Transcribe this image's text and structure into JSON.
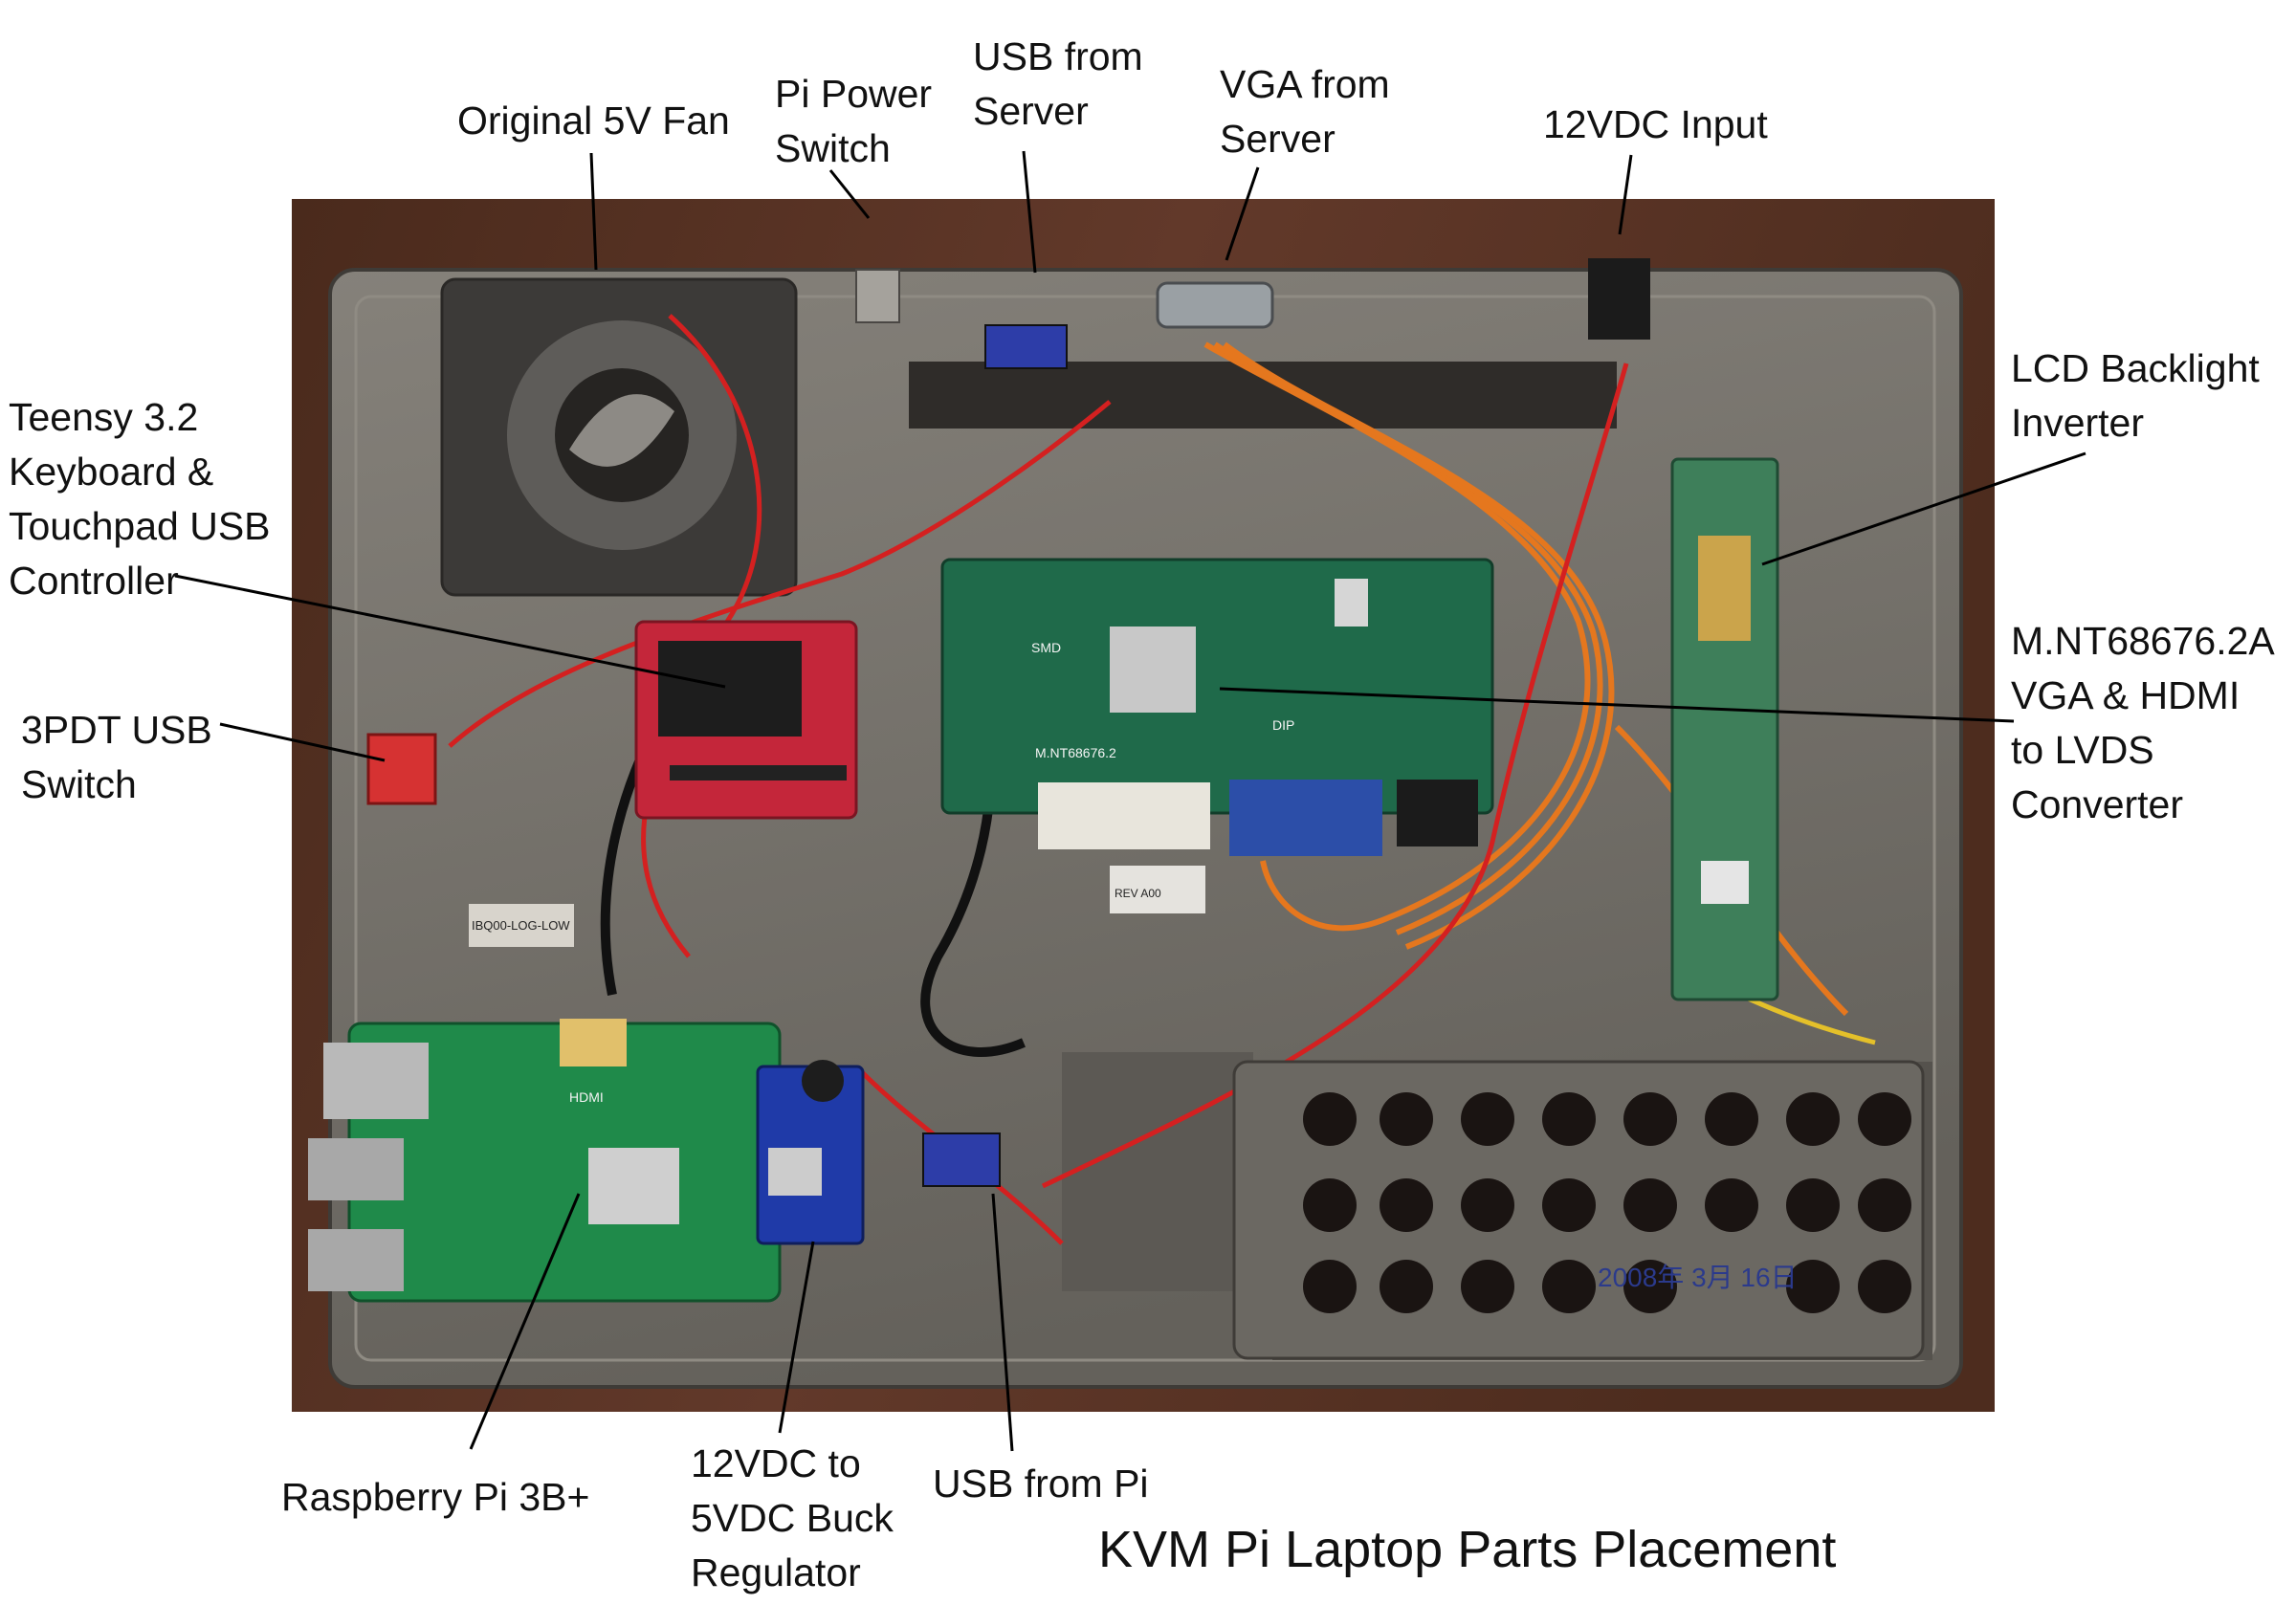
{
  "title": "KVM Pi Laptop Parts Placement",
  "labels": {
    "original_fan": "Original 5V Fan",
    "pi_power_switch": "Pi Power\nSwitch",
    "usb_from_server": "USB from\nServer",
    "vga_from_server": "VGA from\nServer",
    "dc_input": "12VDC Input",
    "teensy": "Teensy 3.2\nKeyboard &\nTouchpad USB\nController",
    "usb_switch": "3PDT USB\nSwitch",
    "backlight_inverter": "LCD Backlight\nInverter",
    "lvds_converter": "M.NT68676.2A\nVGA & HDMI\nto LVDS\nConverter",
    "raspberry_pi": "Raspberry Pi 3B+",
    "buck_regulator": "12VDC to\n5VDC Buck\nRegulator",
    "usb_from_pi": "USB from Pi"
  },
  "board_markings": {
    "lvds_board": "M.NT68676.2",
    "smd": "SMD",
    "dip": "DIP",
    "hdmi": "HDMI",
    "sticker": "IBQ00-LOG-LOW",
    "rev": "REV A00",
    "date_stamp": "2008年 3月 16日"
  },
  "colors": {
    "background": "#ffffff",
    "wood": "#5a3424",
    "chassis": "#76726b",
    "pcb_green": "#1f6a4a",
    "pi_green": "#1f8a4a",
    "teensy_red": "#c4263a",
    "wire_orange": "#e5771e",
    "wire_red": "#d42020",
    "leader": "#000000"
  }
}
